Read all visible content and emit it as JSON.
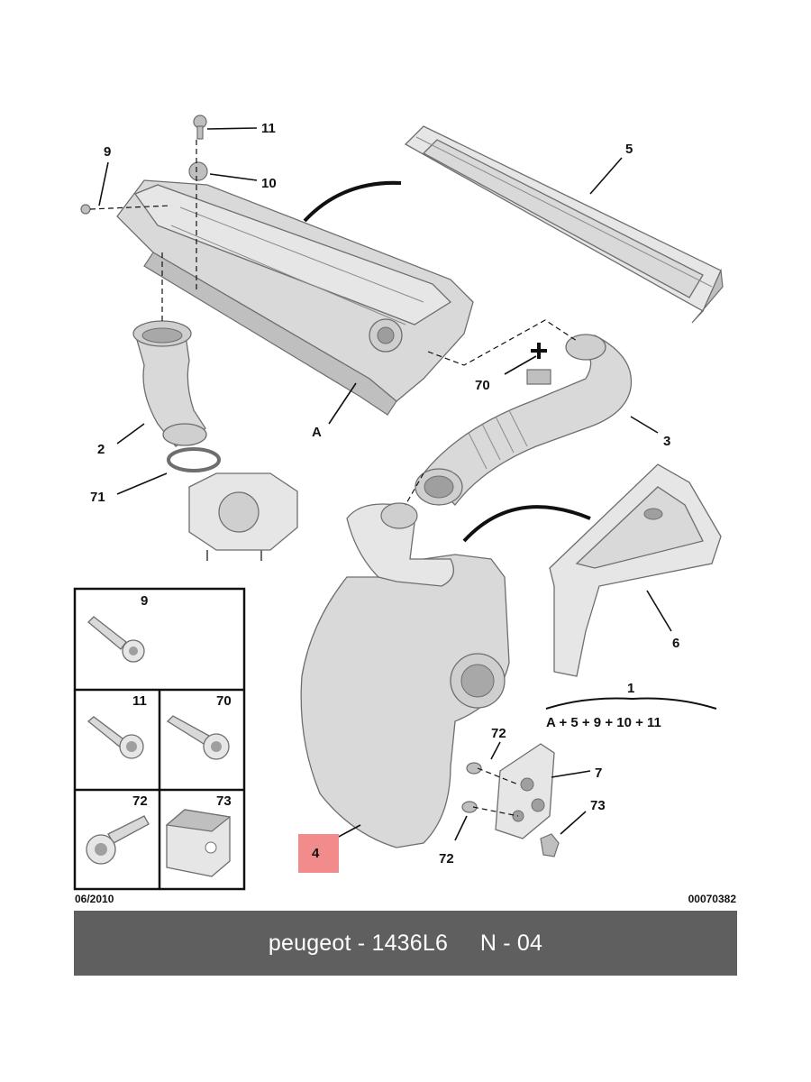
{
  "labels": {
    "p11": "11",
    "p10": "10",
    "p9": "9",
    "p5": "5",
    "p2": "2",
    "p71": "71",
    "pA": "A",
    "p70": "70",
    "p3": "3",
    "p6": "6",
    "p1": "1",
    "p7": "7",
    "p72a": "72",
    "p72b": "72",
    "p73": "73",
    "p4": "4"
  },
  "formula": "A + 5 + 9 + 10 + 11",
  "legend": {
    "cell_9": "9",
    "cell_11": "11",
    "cell_70": "70",
    "cell_72": "72",
    "cell_73": "73"
  },
  "date_code": "06/2010",
  "drawing_number": "00070382",
  "footer": {
    "text": "peugeot - 1436L6     N - 04"
  },
  "colors": {
    "highlight": "#f28b8b",
    "footer_bg": "#5f5f5f",
    "part_fill": "#d9d9d9"
  }
}
